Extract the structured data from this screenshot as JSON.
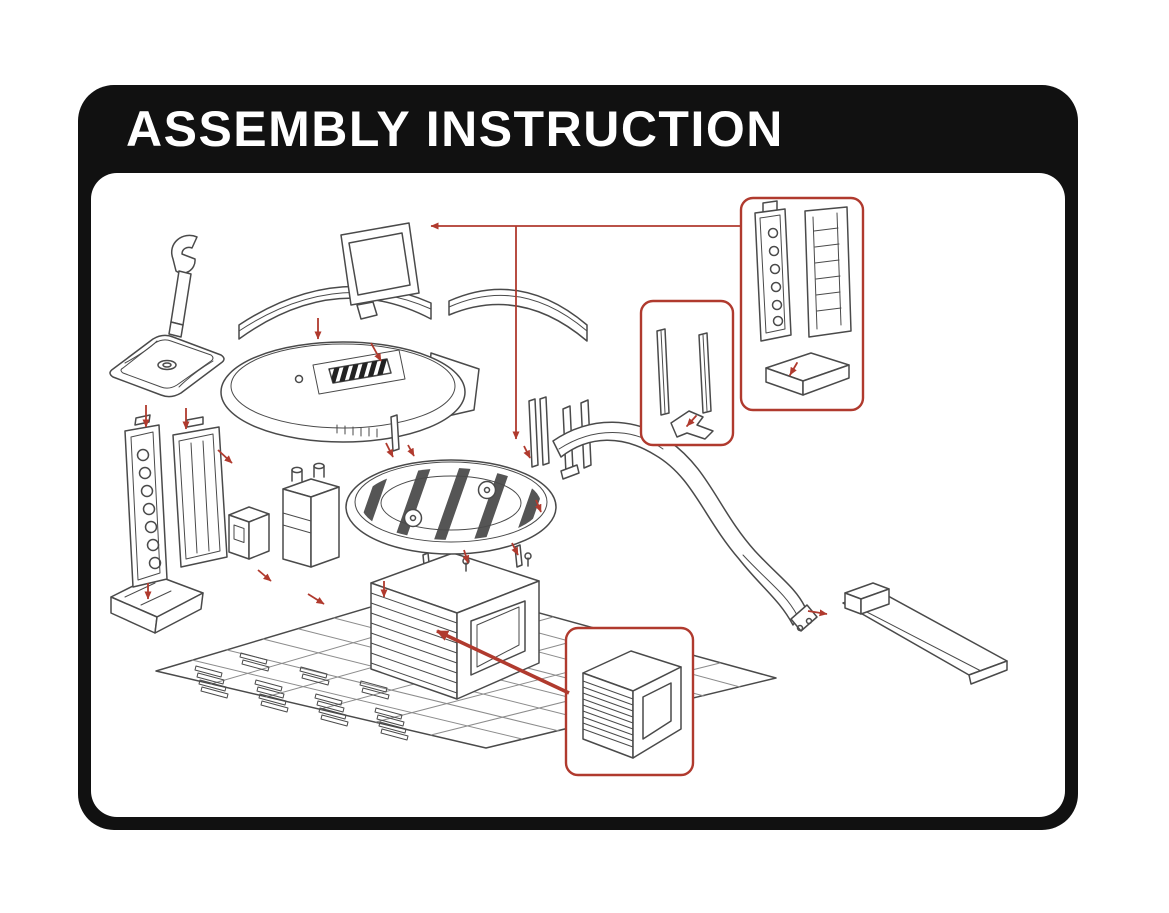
{
  "page": {
    "title": "ASSEMBLY INSTRUCTION"
  },
  "colors": {
    "frame": "#111111",
    "paper": "#ffffff",
    "line_art": "#4a4a4a",
    "callout_accent": "#b03a2e"
  },
  "diagram": {
    "description": "Exploded isometric assembly diagram of a toy parking-garage playset with arrows showing part placement",
    "parts": [
      "wrench-tool",
      "roof-canopy-tray",
      "support-tower-pillars",
      "tower-base-wedge",
      "signboard-frame",
      "curved-canopy-wall-left",
      "curved-canopy-wall-right",
      "upper-deck-platform",
      "rotating-helipad-platform",
      "control-box",
      "machine-unit",
      "garage-box-with-shutter",
      "floor-base-plate",
      "curved-slide-ramp",
      "launch-ramp"
    ],
    "callouts": [
      {
        "name": "post-parts-detail"
      },
      {
        "name": "pillar-ladder-detail"
      },
      {
        "name": "garage-shutter-detail"
      }
    ]
  }
}
